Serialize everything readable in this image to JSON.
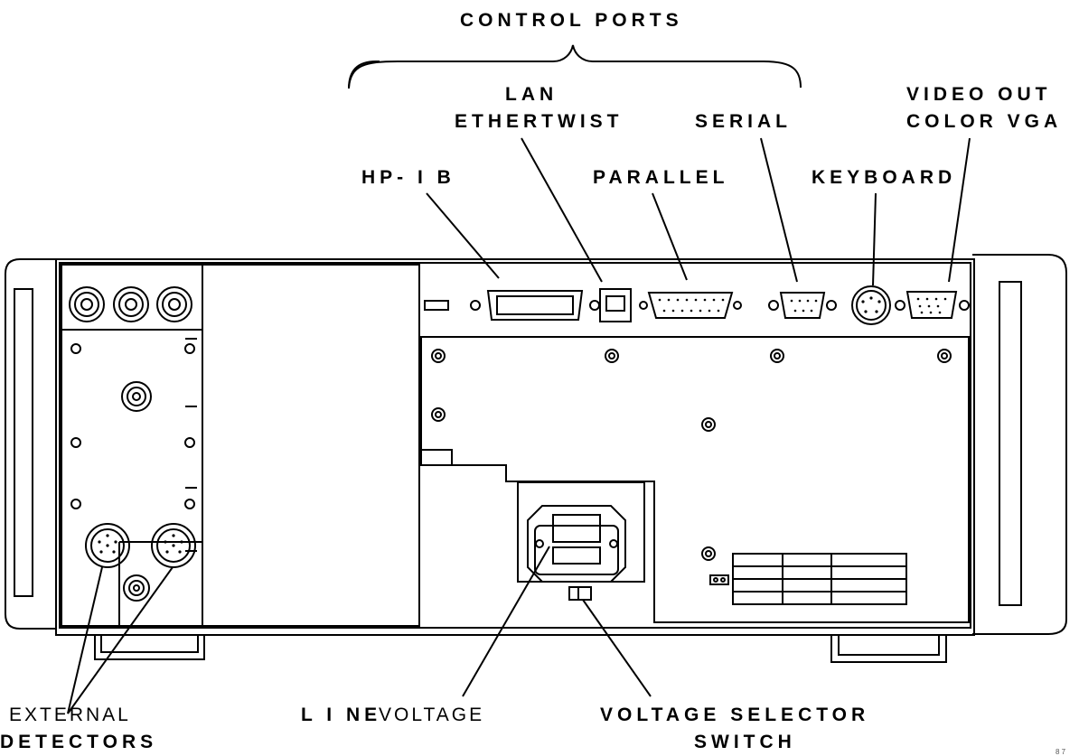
{
  "labels": {
    "control_ports": "CONTROL PORTS",
    "lan": "LAN",
    "ethertwist": "ETHERTWIST",
    "serial": "SERIAL",
    "video_out": "VIDEO OUT",
    "color_vga": "COLOR VGA",
    "hpib": "HP- I B",
    "parallel": "PARALLEL",
    "keyboard": "KEYBOARD",
    "external": "EXTERNAL",
    "detectors": "DETECTORS",
    "line": "L I NE",
    "voltage": "VOLTAGE",
    "voltage_selector": "VOLTAGE SELECTOR",
    "switch": "SWITCH",
    "corner_mark": "8 7"
  },
  "colors": {
    "ink": "#000000",
    "paper": "#ffffff"
  }
}
